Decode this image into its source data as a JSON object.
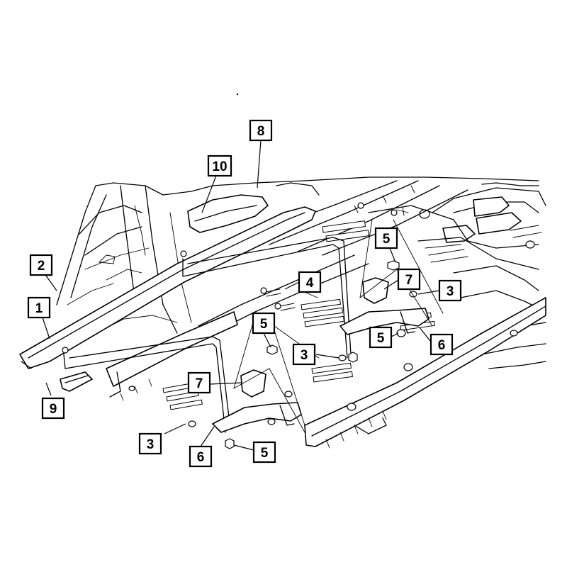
{
  "diagram": {
    "callouts": [
      {
        "id": "c8",
        "label": "8"
      },
      {
        "id": "c10",
        "label": "10"
      },
      {
        "id": "c2",
        "label": "2"
      },
      {
        "id": "c1",
        "label": "1"
      },
      {
        "id": "c9",
        "label": "9"
      },
      {
        "id": "c5a",
        "label": "5"
      },
      {
        "id": "c7a",
        "label": "7"
      },
      {
        "id": "c3a",
        "label": "3"
      },
      {
        "id": "c4",
        "label": "4"
      },
      {
        "id": "c5b",
        "label": "5"
      },
      {
        "id": "c5c",
        "label": "5"
      },
      {
        "id": "c6a",
        "label": "6"
      },
      {
        "id": "c3b",
        "label": "3"
      },
      {
        "id": "c7b",
        "label": "7"
      },
      {
        "id": "c3c",
        "label": "3"
      },
      {
        "id": "c6b",
        "label": "6"
      },
      {
        "id": "c5d",
        "label": "5"
      }
    ]
  }
}
